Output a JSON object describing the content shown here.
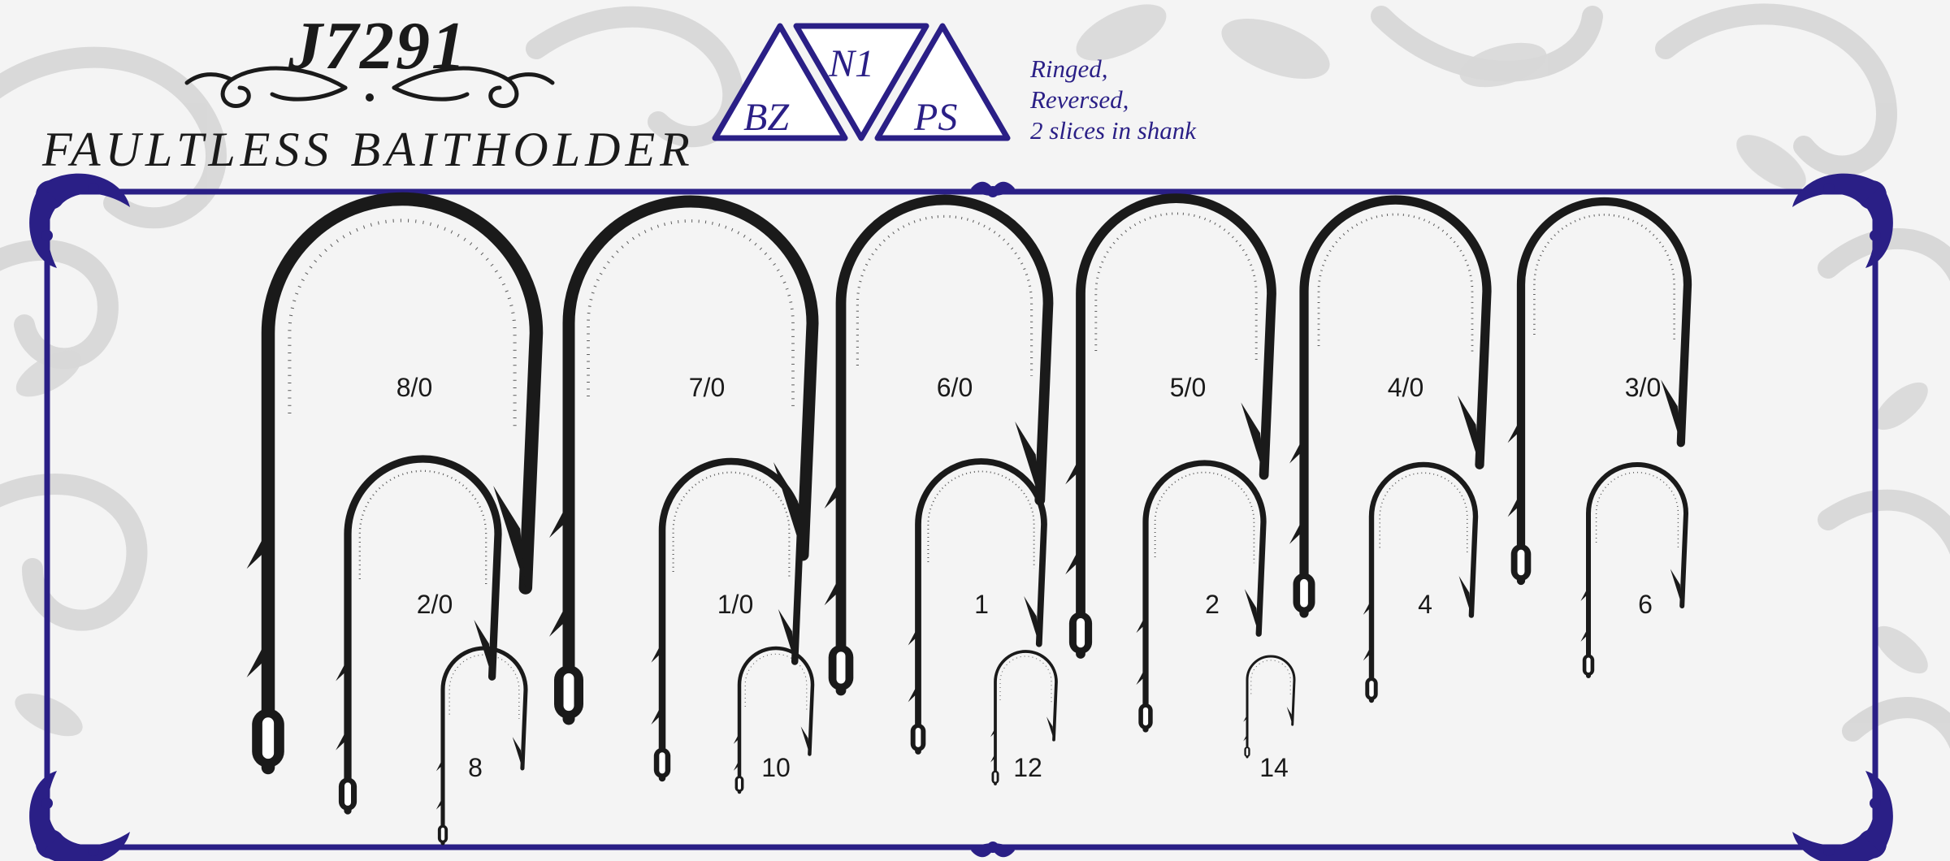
{
  "header": {
    "model": "J7291",
    "name": "FAULTLESS BAITHOLDER",
    "badges": [
      "BZ",
      "N1",
      "PS"
    ],
    "features": [
      "Ringed,",
      "Reversed,",
      "2 slices in shank"
    ]
  },
  "colors": {
    "frame": "#2a1f86",
    "hook": "#1a1a1a",
    "ornament": "#d3d3d3",
    "background": "#f4f4f4"
  },
  "sizes": [
    "8/0",
    "7/0",
    "6/0",
    "5/0",
    "4/0",
    "3/0",
    "2/0",
    "1/0",
    "1",
    "2",
    "4",
    "6",
    "8",
    "10",
    "12",
    "14"
  ]
}
